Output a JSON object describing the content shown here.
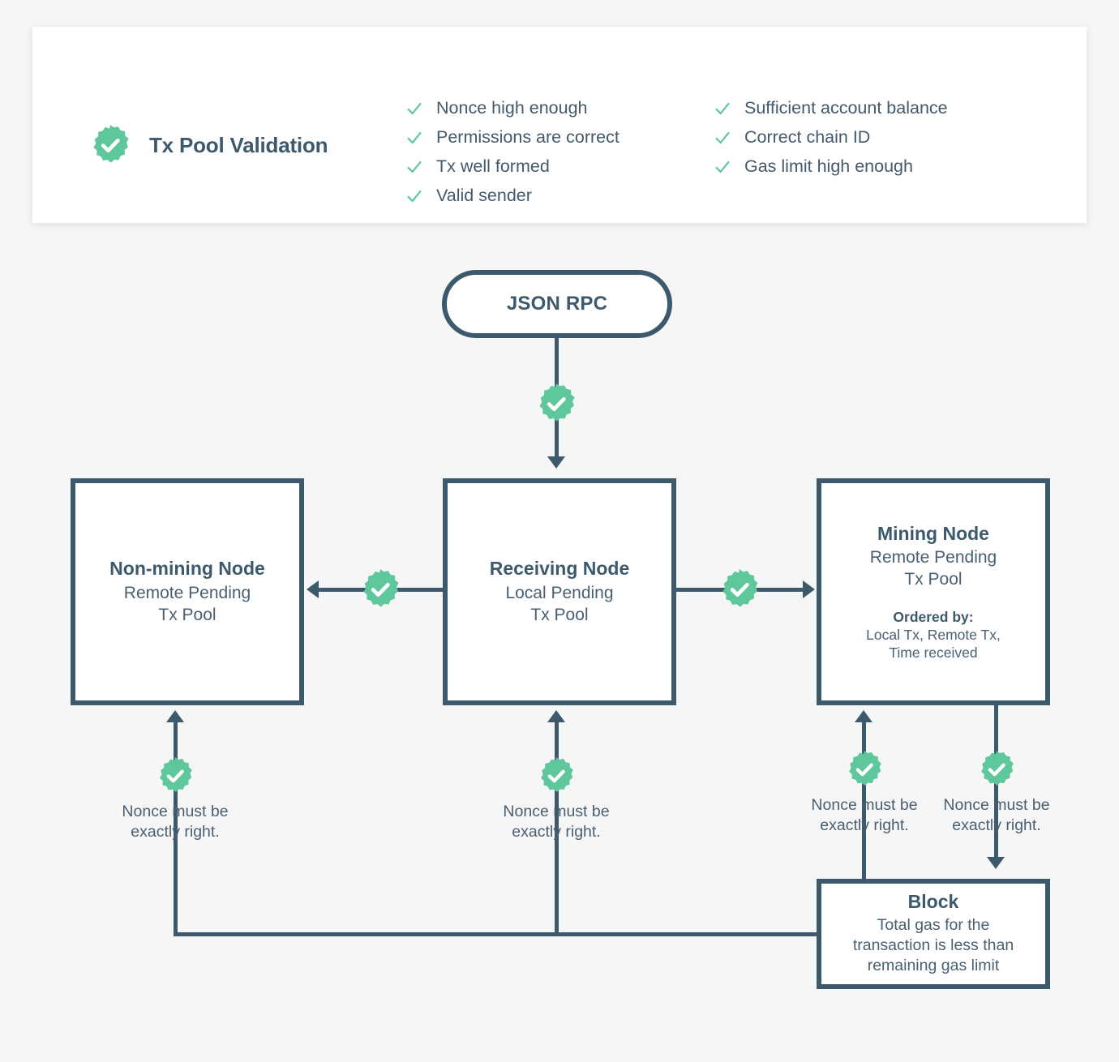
{
  "theme": {
    "page_bg": "#f6f6f6",
    "card_bg": "#ffffff",
    "ink": "#3d5a6c",
    "ink_soft": "#4a6072",
    "accent_green": "#5ec79b"
  },
  "validation_card": {
    "badge_icon": "check-rosette-icon",
    "title": "Tx Pool Validation",
    "checks_column_1": [
      "Nonce high enough",
      "Permissions are correct",
      "Tx well formed",
      "Valid sender"
    ],
    "checks_column_2": [
      "Sufficient account balance",
      "Correct chain ID",
      "Gas limit high enough"
    ]
  },
  "diagram": {
    "entry": {
      "label": "JSON RPC"
    },
    "nodes": {
      "non_mining": {
        "title": "Non-mining Node",
        "subtitle": "Remote Pending\nTx Pool"
      },
      "receiving": {
        "title": "Receiving Node",
        "subtitle": "Local Pending\nTx Pool"
      },
      "mining": {
        "title": "Mining Node",
        "subtitle": "Remote Pending\nTx Pool",
        "extra_title": "Ordered by:",
        "extra_subtitle": "Local Tx, Remote Tx,\nTime received"
      },
      "block": {
        "title": "Block",
        "subtitle": "Total gas for the\ntransaction is less than\nremaining gas limit"
      }
    },
    "notes": {
      "nonce_note": "Nonce must be\nexactly right."
    }
  }
}
